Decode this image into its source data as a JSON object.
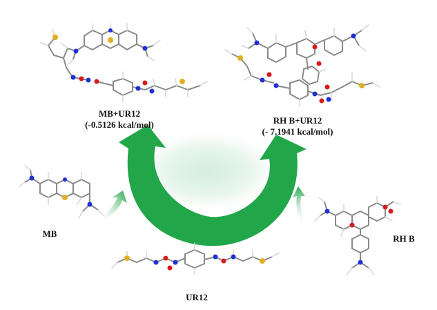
{
  "labels": {
    "mb_ur12_title": "MB+UR12",
    "mb_ur12_energy": "(-0.5126 kcal/mol)",
    "rhb_ur12_title": "RH B+UR12",
    "rhb_ur12_energy": "(- 7.1941 kcal/mol)",
    "mb": "MB",
    "rhb": "RH B",
    "ur12": "UR12"
  },
  "colors": {
    "arrow_green": "#22a64a",
    "glow": "#e6f4ea",
    "carbon": "#7a7a7a",
    "hydrogen": "#d8d8d8",
    "nitrogen": "#2030d8",
    "oxygen": "#d81a1a",
    "sulfur": "#e0b020"
  }
}
